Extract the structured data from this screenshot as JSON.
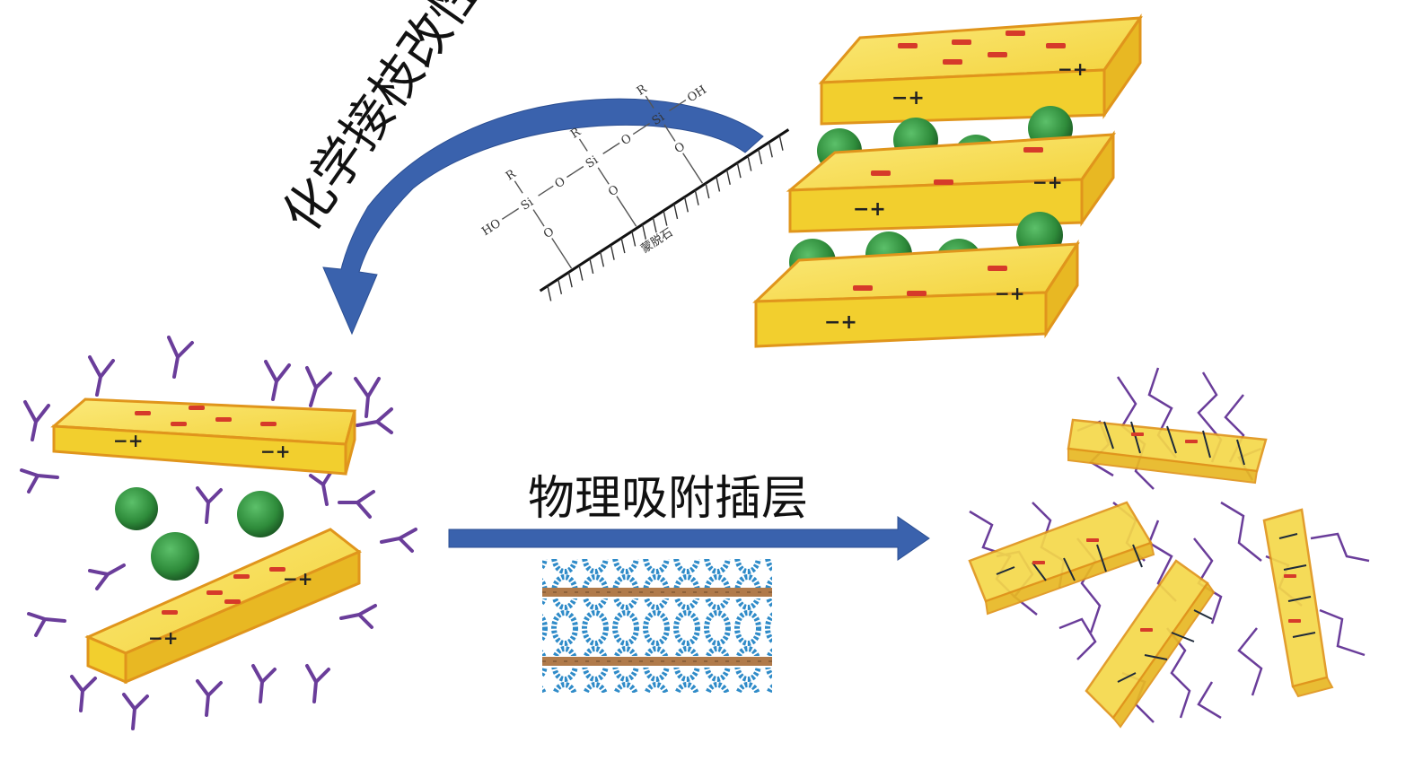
{
  "labels": {
    "chemical_grafting": "化学接枝改性",
    "physical_adsorption": "物理吸附插层"
  },
  "chem_structure": {
    "r_group": "R",
    "silicon": "Si",
    "oxygen": "O",
    "hydroxyl_left": "HO",
    "hydroxyl_right": "OH",
    "substrate": "蒙脱石"
  },
  "sheet_charge_label": "−+",
  "colors": {
    "arrow": "#3a62ad",
    "sheet_top": "#f8e04a",
    "sheet_side": "#efc52a",
    "sheet_edge": "#e0951c",
    "charge": "#d63a2a",
    "sphere": "#2e8b3a",
    "polymer_chain": "#6a3d9a",
    "polymer_blue": "#2f8bc8",
    "interlayer_band": "#b07a4a"
  }
}
